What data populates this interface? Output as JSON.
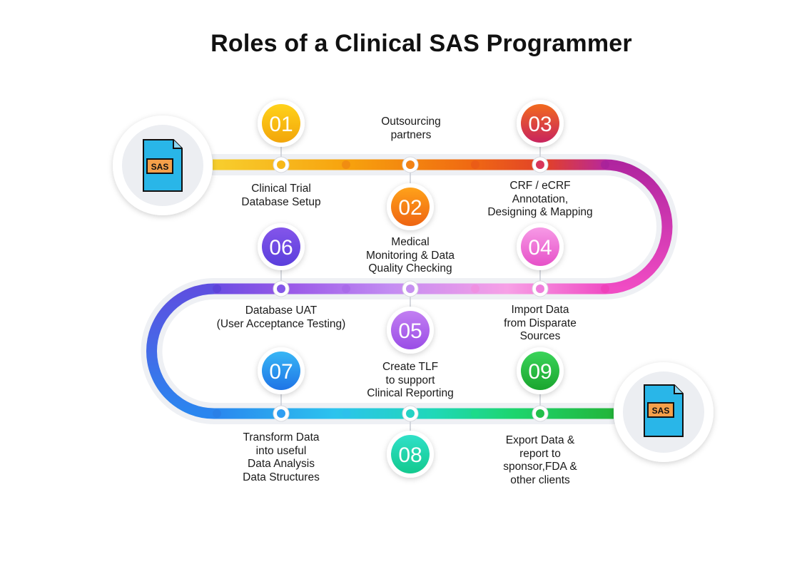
{
  "title": "Roles of a Clinical SAS Programmer",
  "file_icon_text": "SAS",
  "steps": [
    {
      "num": "01",
      "label": "Clinical Trial\nDatabase Setup"
    },
    {
      "num": "02",
      "label": "Outsourcing\npartners"
    },
    {
      "num": "03",
      "label": "CRF / eCRF\nAnnotation,\nDesigning & Mapping"
    },
    {
      "num": "02",
      "label": "Medical\nMonitoring & Data\nQuality Checking"
    },
    {
      "num": "04",
      "label": "Import Data\nfrom Disparate\nSources"
    },
    {
      "num": "05",
      "label": "Create TLF\nto support\nClinical Reporting"
    },
    {
      "num": "06",
      "label": "Database UAT\n(User Acceptance Testing)"
    },
    {
      "num": "07",
      "label": "Transform Data\ninto useful\nData Analysis\nData Structures"
    },
    {
      "num": "08",
      "label": ""
    },
    {
      "num": "09",
      "label": "Export Data &\nreport to\nsponsor,FDA &\nother clients"
    }
  ],
  "colors": {
    "yellow": "#f5b80a",
    "orange": "#f07a12",
    "red": "#e0401f",
    "purple_dark": "#a8249a",
    "magenta": "#e83fb8",
    "pink": "#ef6fd8",
    "violet": "#9a49e6",
    "indigo": "#6548e0",
    "blue": "#2a8ff0",
    "cyan": "#22cfd8",
    "teal": "#1ed69a",
    "green": "#22b83a",
    "file_blue": "#29b6e8",
    "file_orange": "#f5a04a"
  }
}
